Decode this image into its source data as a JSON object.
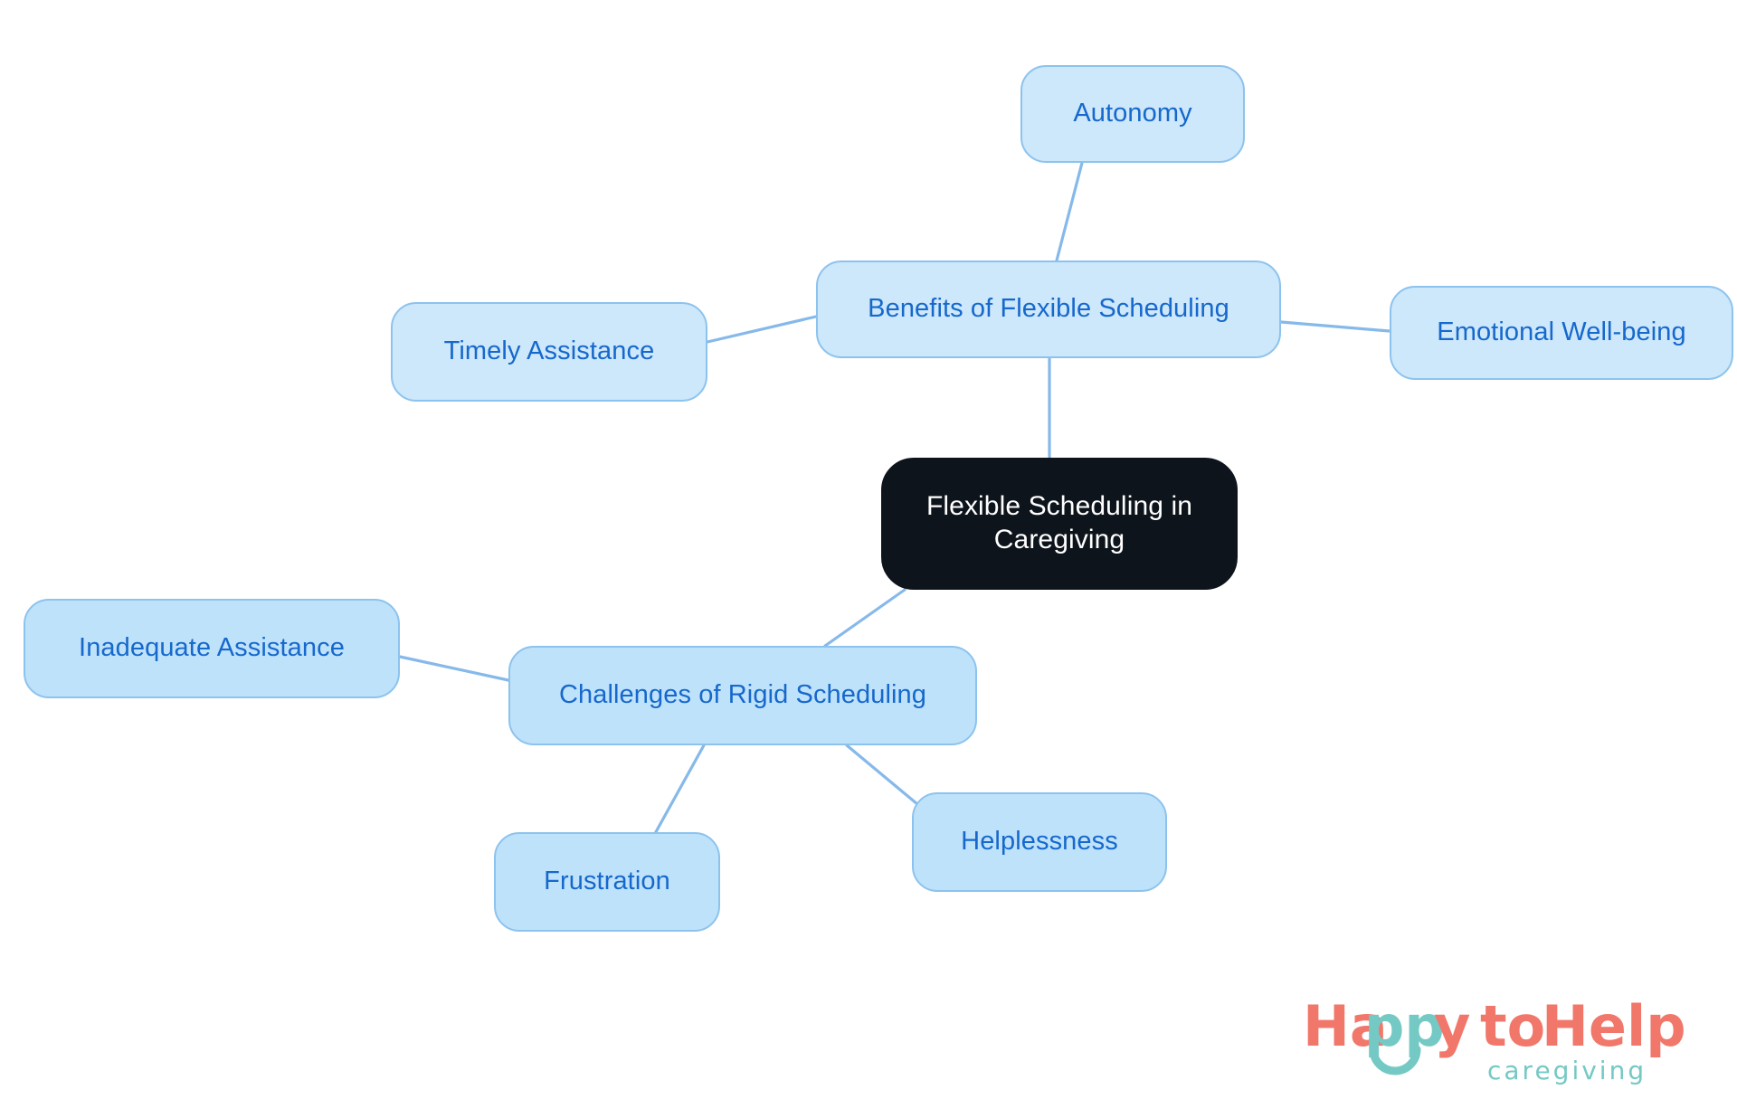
{
  "diagram": {
    "type": "mindmap",
    "title": "Flexible Scheduling in Caregiving",
    "background_color": "#ffffff",
    "edge_color": "#86b9ea",
    "nodes": {
      "root": {
        "label": "Flexible Scheduling in\nCaregiving",
        "level": 0,
        "fill": "#0e141b",
        "text_color": "#ffffff"
      },
      "benefits": {
        "label": "Benefits of Flexible Scheduling",
        "level": 1,
        "fill": "#cde7fb",
        "text_color": "#1668cc"
      },
      "autonomy": {
        "label": "Autonomy",
        "level": 2,
        "fill": "#cde7fb",
        "text_color": "#1668cc"
      },
      "emotional": {
        "label": "Emotional Well-being",
        "level": 2,
        "fill": "#cde7fb",
        "text_color": "#1668cc"
      },
      "timely": {
        "label": "Timely Assistance",
        "level": 2,
        "fill": "#cde7fb",
        "text_color": "#1668cc"
      },
      "challenges": {
        "label": "Challenges of Rigid Scheduling",
        "level": 1,
        "fill": "#bfe2fb",
        "text_color": "#1668cc"
      },
      "inadequate": {
        "label": "Inadequate Assistance",
        "level": 2,
        "fill": "#bfe2fb",
        "text_color": "#1668cc"
      },
      "frustration": {
        "label": "Frustration",
        "level": 2,
        "fill": "#bfe2fb",
        "text_color": "#1668cc"
      },
      "helplessness": {
        "label": "Helplessness",
        "level": 2,
        "fill": "#bfe2fb",
        "text_color": "#1668cc"
      }
    },
    "edges": [
      {
        "from": "root",
        "to": "benefits"
      },
      {
        "from": "benefits",
        "to": "autonomy"
      },
      {
        "from": "benefits",
        "to": "emotional"
      },
      {
        "from": "benefits",
        "to": "timely"
      },
      {
        "from": "root",
        "to": "challenges"
      },
      {
        "from": "challenges",
        "to": "inadequate"
      },
      {
        "from": "challenges",
        "to": "frustration"
      },
      {
        "from": "challenges",
        "to": "helplessness"
      }
    ]
  },
  "logo": {
    "word_happy": "Happy",
    "word_to": "to",
    "word_help": "Help",
    "tagline": "caregiving",
    "coral": "#f1776a",
    "teal": "#75c9c4"
  }
}
